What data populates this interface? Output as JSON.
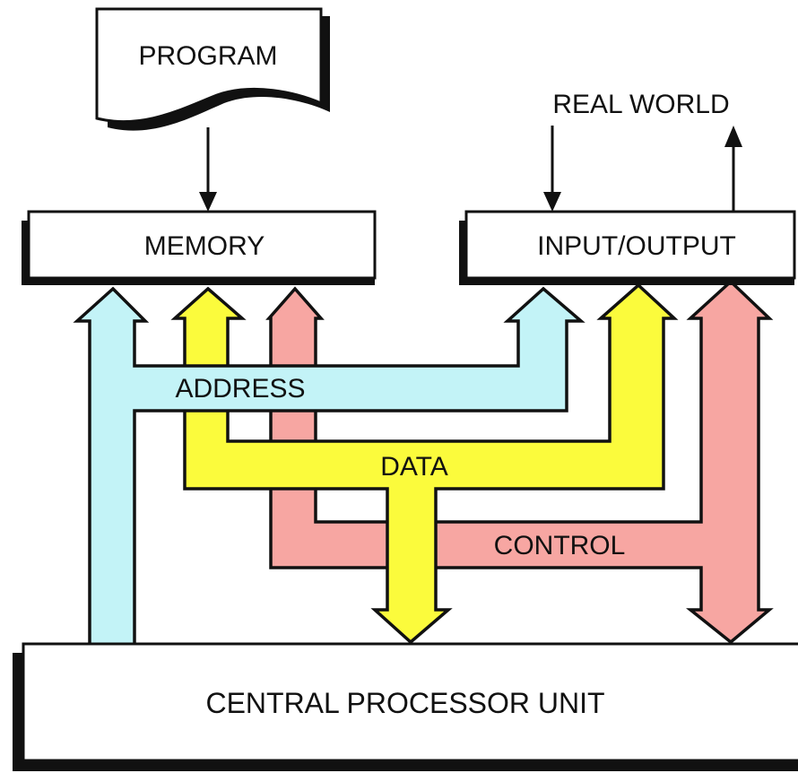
{
  "diagram": {
    "program_label": "PROGRAM",
    "real_world_label": "REAL WORLD",
    "memory_label": "MEMORY",
    "io_label": "INPUT/OUTPUT",
    "cpu_label": "CENTRAL PROCESSOR UNIT",
    "buses": {
      "address_label": "ADDRESS",
      "data_label": "DATA",
      "control_label": "CONTROL"
    },
    "colors": {
      "address": "#c3f3f7",
      "data": "#fbfb3c",
      "control": "#f7a6a2",
      "outline": "#111111",
      "background": "#ffffff"
    }
  }
}
